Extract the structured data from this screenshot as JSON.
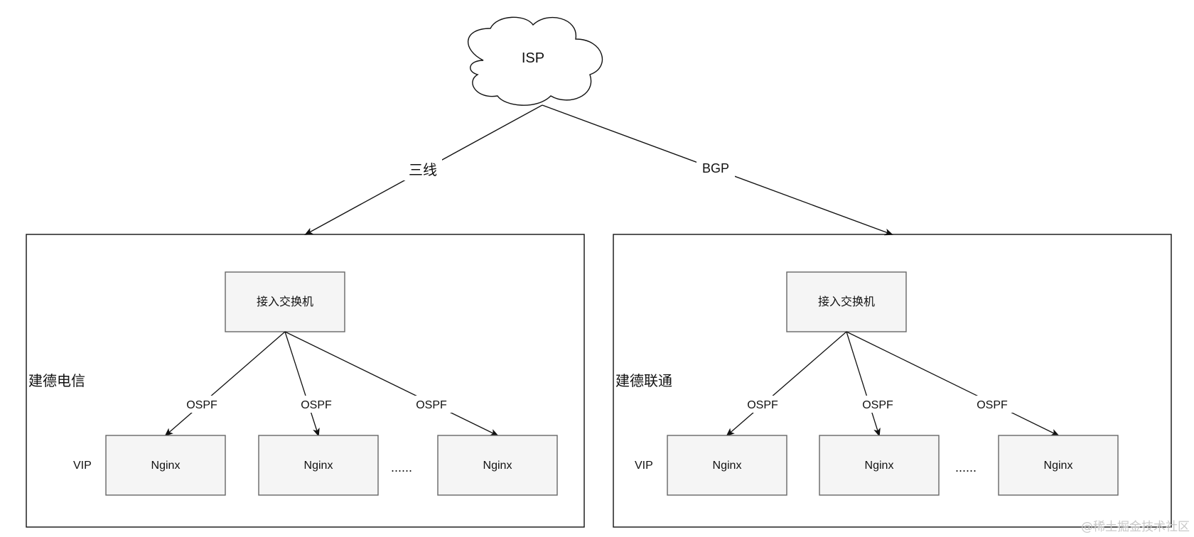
{
  "isp": {
    "label": "ISP"
  },
  "links": {
    "left_label": "三线",
    "right_label": "BGP"
  },
  "sites": [
    {
      "name": "建德电信",
      "switch_label": "接入交换机",
      "vip_label": "VIP",
      "ospf_labels": [
        "OSPF",
        "OSPF",
        "OSPF"
      ],
      "servers": [
        "Nginx",
        "Nginx",
        "Nginx"
      ],
      "ellipsis": "......"
    },
    {
      "name": "建德联通",
      "switch_label": "接入交换机",
      "vip_label": "VIP",
      "ospf_labels": [
        "OSPF",
        "OSPF",
        "OSPF"
      ],
      "servers": [
        "Nginx",
        "Nginx",
        "Nginx"
      ],
      "ellipsis": "......"
    }
  ],
  "watermark": "@稀土掘金技术社区",
  "colors": {
    "box_fill": "#f5f5f5",
    "box_stroke": "#666666",
    "line": "#111111",
    "watermark": "#c8c8c8"
  }
}
